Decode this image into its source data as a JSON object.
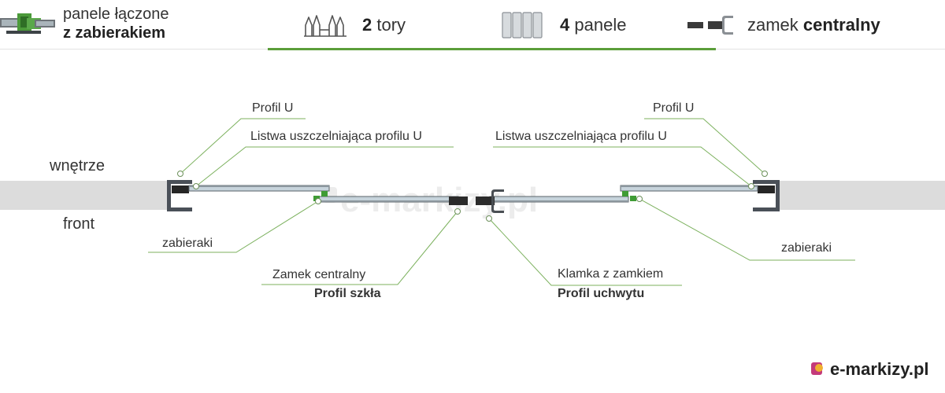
{
  "header": {
    "feature_panels": {
      "line1": "panele łączone",
      "line2": "z zabierakiem",
      "icon": "connected-panels-icon"
    },
    "feature_tracks": {
      "number": "2",
      "text": "tory",
      "icon": "track-rail-icon"
    },
    "feature_count": {
      "number": "4",
      "text": "panele",
      "icon": "four-panels-icon"
    },
    "feature_lock": {
      "text": "zamek",
      "bold": "centralny",
      "icon": "central-lock-icon"
    },
    "accent_color": "#5b9e3a"
  },
  "diagram": {
    "inside_label": "wnętrze",
    "front_label": "front",
    "labels": {
      "profile_u_left": "Profil U",
      "seal_left": "Listwa uszczelniająca profilu U",
      "profile_u_right": "Profil U",
      "seal_right": "Listwa uszczelniająca profilu U",
      "drivers_left": "zabieraki",
      "drivers_right": "zabieraki",
      "central_lock": "Zamek centralny",
      "glass_profile": "Profil szkła",
      "handle_lock": "Klamka z zamkiem",
      "handle_profile": "Profil uchwytu"
    },
    "colors": {
      "wall": "#dcdcdc",
      "frame": "#4a5058",
      "glass": "#c6d3db",
      "driver": "#3f9c35",
      "leader": "#7cb15e"
    }
  },
  "brand": {
    "text": "e-markizy.pl",
    "icon": "brand-logo-icon"
  }
}
